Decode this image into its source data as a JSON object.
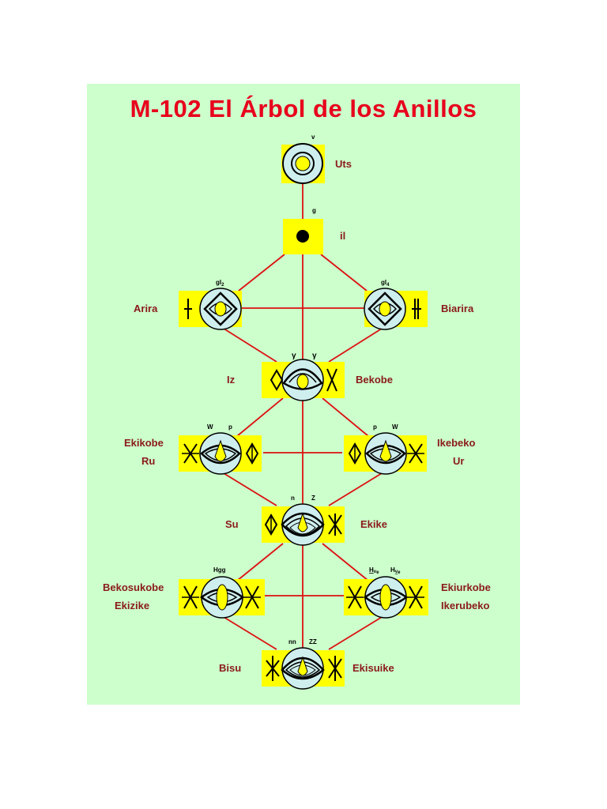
{
  "title": "M-102  El Árbol de los Anillos",
  "colors": {
    "background": "#ccffcc",
    "title": "#e8001c",
    "box": "#ffff00",
    "line": "#dd1111",
    "ring": "#cfeeee",
    "label": "#8b1a1a"
  },
  "nodes": {
    "uts": {
      "name": "Uts",
      "note": "v"
    },
    "il": {
      "name": "il",
      "note": "g"
    },
    "arira": {
      "name": "Arira",
      "note": "gl",
      "note_sub": "2"
    },
    "biarira": {
      "name": "Biarira",
      "note": "gl",
      "note_sub": "4"
    },
    "iz_bekobe": {
      "left": "Iz",
      "right": "Bekobe",
      "note_left": "γ",
      "note_right": "γ"
    },
    "ekikobe": {
      "line1": "Ekikobe",
      "line2": "Ru",
      "note_a": "W",
      "note_b": "p"
    },
    "ikebeko": {
      "line1": "Ikebeko",
      "line2": "Ur",
      "note_a": "p",
      "note_b": "W"
    },
    "su_ekike": {
      "left": "Su",
      "right": "Ekike",
      "note_left": "n",
      "note_right": "Z"
    },
    "bekosukobe": {
      "line1": "Bekosukobe",
      "line2": "Ekizike",
      "note": "Hgg"
    },
    "ekiurkobe": {
      "line1": "Ekiurkobe",
      "line2": "Ikerubeko",
      "note_a": "H",
      "note_a_sub": "v",
      "note_a_sub2": "e",
      "note_b": "H",
      "note_b_sub": "v",
      "note_b_sub2": "e"
    },
    "bisu_ekisuike": {
      "left": "Bisu",
      "right": "Ekisuike",
      "note_left": "nn",
      "note_right": "ZZ"
    }
  }
}
